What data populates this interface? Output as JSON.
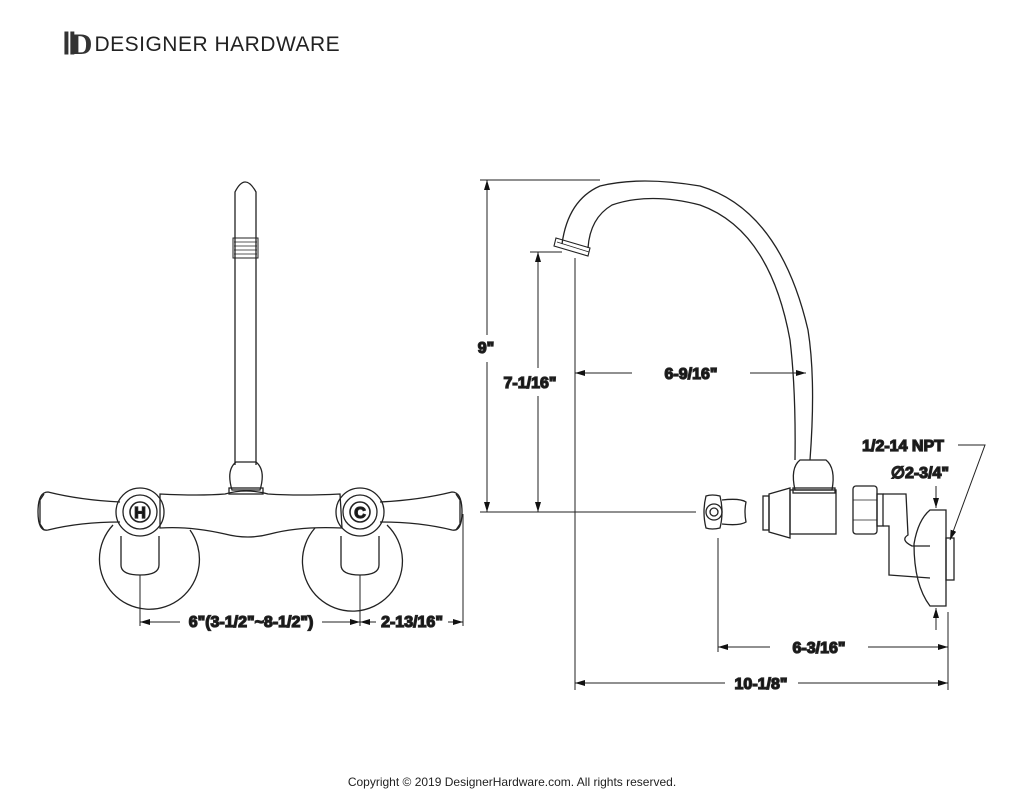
{
  "brand": {
    "logo_text": "DH",
    "name": "DESIGNER HARDWARE"
  },
  "front_view": {
    "hot_label": "H",
    "cold_label": "C",
    "center_spacing": "6\"(3-1/2\"~8-1/2\")",
    "handle_reach": "2-13/16\""
  },
  "side_view": {
    "overall_height": "9\"",
    "spout_height": "7-1/16\"",
    "spout_reach": "6-9/16\"",
    "thread_size": "1/2-14 NPT",
    "flange_diameter": "∅2-3/4\"",
    "projection_to_valve": "6-3/16\"",
    "overall_projection": "10-1/8\""
  },
  "footer": {
    "copyright": "Copyright © 2019 DesignerHardware.com. All rights reserved."
  }
}
